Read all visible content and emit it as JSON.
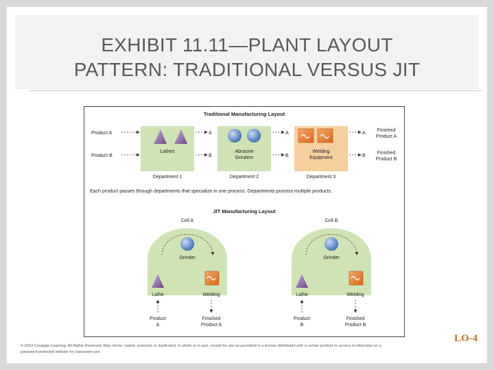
{
  "slide": {
    "title_line1": "EXHIBIT 11.11—PLANT LAYOUT",
    "title_line2": "PATTERN: TRADITIONAL VERSUS JIT",
    "lo_tag": "LO-4",
    "footer_line1": "© 2014 Cengage Learning. All Rights Reserved. May not be copied, scanned, or duplicated, in whole or in part, except for use as permitted in a license distributed with a certain product or service or otherwise on a",
    "footer_line2": "password-protected website for classroom use."
  },
  "traditional": {
    "heading": "Traditional Manufacturing Layout",
    "product_a": "Product A",
    "product_b": "Product B",
    "marker_a": "A",
    "marker_b": "B",
    "lathes": "Lathes",
    "abrasive_1": "Abrasive",
    "abrasive_2": "Grinders",
    "welding_1": "Welding",
    "welding_2": "Equipment",
    "dept1": "Department 1",
    "dept2": "Department 2",
    "dept3": "Department 3",
    "finished_a_1": "Finished",
    "finished_a_2": "Product A",
    "finished_b_1": "Finished",
    "finished_b_2": "Product B",
    "note": "Each product passes through departments that specialize in one process. Departments process multiple products."
  },
  "jit": {
    "heading": "JIT Manufacturing Layout",
    "cell_a": "Cell A",
    "cell_b": "Cell B",
    "grinder": "Grinder",
    "lathe": "Lathe",
    "welding": "Welding",
    "product_word": "Product",
    "letter_a": "A",
    "letter_b": "B",
    "finished_word": "Finished",
    "finished_a": "Product A",
    "finished_b": "Product B"
  },
  "colors": {
    "green_panel": "#cfe3b5",
    "orange_panel": "#f6cf9e",
    "lathe_purple": "#8e6aa3",
    "grinder_blue": "#5b84c4",
    "welding_orange": "#e8823a",
    "lo_gold": "#b7791f"
  }
}
